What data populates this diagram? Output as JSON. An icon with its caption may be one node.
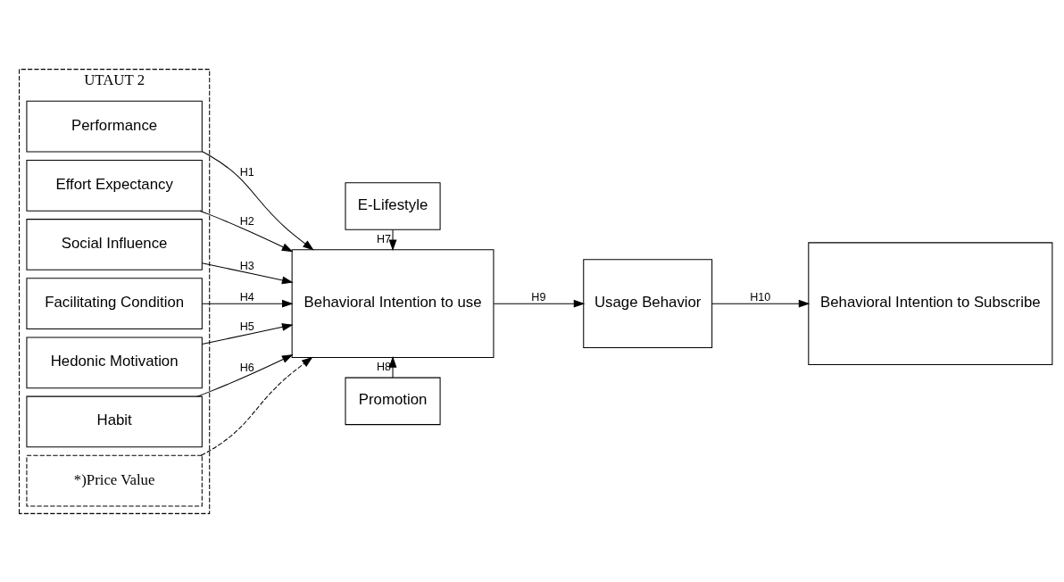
{
  "diagram": {
    "nodes": [
      {
        "text": [
          "UTAUT 2"
        ]
      },
      {
        "text": [
          "Performance"
        ],
        "in": 0
      },
      {
        "text": [
          "Effort Expectancy"
        ],
        "in": 0
      },
      {
        "text": [
          "Social Influence"
        ],
        "in": 0
      },
      {
        "text": [
          "Facilitating Condition"
        ],
        "in": 0
      },
      {
        "text": [
          "Hedonic Motivation"
        ],
        "in": 0
      },
      {
        "text": [
          "Habit"
        ],
        "in": 0
      },
      {
        "text": [
          "*)Price Value"
        ],
        "in": 0
      },
      {
        "text": [
          "E-Lifestyle"
        ]
      },
      {
        "text": [
          "Behavioral Intention to use"
        ]
      },
      {
        "text": [
          "Promotion"
        ]
      },
      {
        "text": [
          "Usage Behavior"
        ]
      },
      {
        "text": [
          "Behavioral Intention to Subscribe"
        ]
      }
    ],
    "edges": [
      {
        "from": 1,
        "to": 9,
        "arrow": "to",
        "label": "H1"
      },
      {
        "from": 2,
        "to": 9,
        "arrow": "to",
        "label": "H2"
      },
      {
        "from": 3,
        "to": 9,
        "arrow": "to",
        "label": "H3"
      },
      {
        "from": 4,
        "to": 9,
        "arrow": "to",
        "label": "H4"
      },
      {
        "from": 5,
        "to": 9,
        "arrow": "to",
        "label": "H5"
      },
      {
        "from": 6,
        "to": 9,
        "arrow": "to",
        "label": "H6"
      },
      {
        "from": 7,
        "to": 9,
        "arrow": "to",
        "style": "dashed"
      },
      {
        "from": 8,
        "to": 9,
        "arrow": "to",
        "label": "H7"
      },
      {
        "from": 10,
        "to": 9,
        "arrow": "to",
        "label": "H8"
      },
      {
        "from": 9,
        "to": 11,
        "arrow": "to",
        "label": "H9"
      },
      {
        "from": 11,
        "to": 12,
        "arrow": "to",
        "label": "H10"
      }
    ]
  }
}
